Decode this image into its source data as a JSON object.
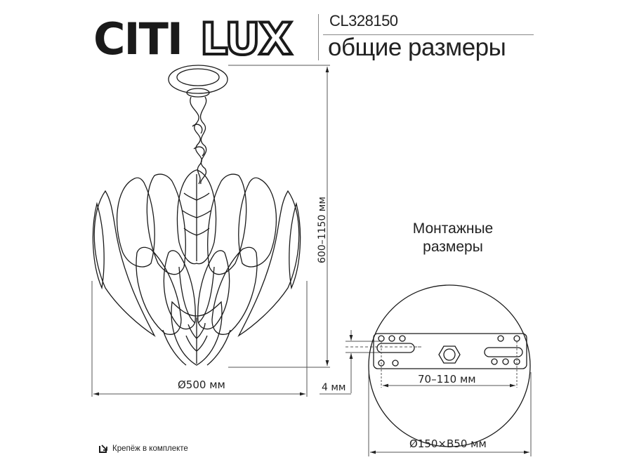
{
  "header": {
    "brand": "CITILUX",
    "brand_parts": [
      "CITI",
      "LUX"
    ],
    "model": "CL328150",
    "subtitle": "общие размеры"
  },
  "dimensions": {
    "height": "600–1150 мм",
    "diameter": "Ø500 мм",
    "plate_thickness": "4 мм"
  },
  "mounting": {
    "title_line1": "Монтажные",
    "title_line2": "размеры",
    "hole_spacing": "70–110 мм",
    "canopy_size": "Ø150×B50 мм"
  },
  "footer": {
    "icon": "mounting-kit-icon",
    "text": "Крепёж в комплекте"
  },
  "colors": {
    "line": "#1a1a1a",
    "dim_line": "#555555",
    "background": "#ffffff"
  }
}
